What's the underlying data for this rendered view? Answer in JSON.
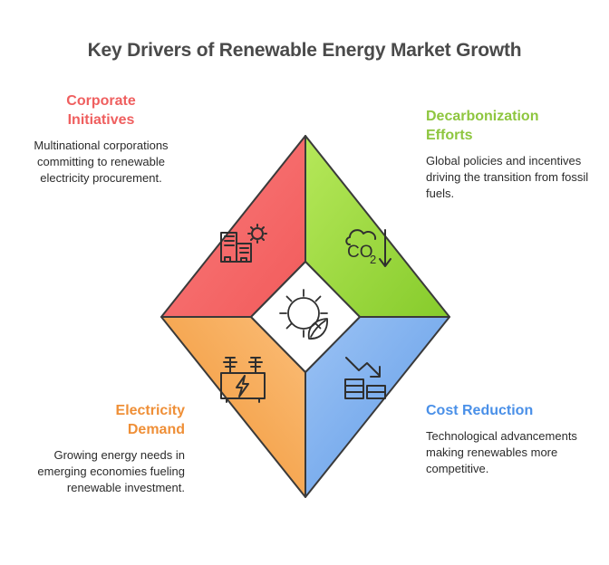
{
  "title": "Key Drivers of Renewable Energy Market Growth",
  "quadrants": {
    "corporate": {
      "heading": "Corporate Initiatives",
      "heading_line1": "Corporate",
      "heading_line2": "Initiatives",
      "body": "Multinational corporations committing to renewable electricity procurement.",
      "color": "#F96A6A",
      "heading_color": "#ef5f5f",
      "icon": "office-buildings-sun-icon"
    },
    "decarbonization": {
      "heading": "Decarbonization Efforts",
      "heading_line1": "Decarbonization",
      "heading_line2": "Efforts",
      "body": "Global policies and incentives driving the transition from fossil fuels.",
      "color": "#9ADC3C",
      "heading_color": "#8ec63f",
      "icon": "co2-cloud-down-arrow-icon",
      "icon_label": "CO",
      "icon_label_sub": "2"
    },
    "electricity": {
      "heading": "Electricity Demand",
      "heading_line1": "Electricity",
      "heading_line2": "Demand",
      "body": "Growing energy needs in emerging economies fueling renewable investment.",
      "color": "#F5A64D",
      "heading_color": "#ef8f37",
      "icon": "electric-transformer-bolt-icon"
    },
    "cost": {
      "heading": "Cost Reduction",
      "heading_line1": "Cost Reduction",
      "heading_line2": "",
      "body": "Technological advancements making renewables more competitive.",
      "color": "#77ABEE",
      "heading_color": "#4a90e8",
      "icon": "coins-down-arrow-icon"
    }
  },
  "center": {
    "icon": "sun-leaf-icon",
    "background": "#FFFFFF"
  },
  "stroke_color": "#3a3a3a",
  "title_color": "#4a4a4a"
}
